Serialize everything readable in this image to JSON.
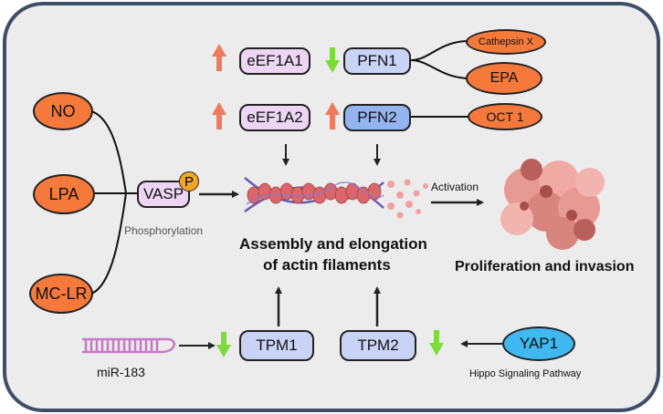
{
  "nodes": {
    "no": "NO",
    "lpa": "LPA",
    "mclr": "MC-LR",
    "vasp": "VASP",
    "p_badge": "P",
    "eef1a1": "eEF1A1",
    "eef1a2": "eEF1A2",
    "pfn1": "PFN1",
    "pfn2": "PFN2",
    "cathepsin": "Cathepsin X",
    "epa": "EPA",
    "oct1": "OCT 1",
    "tpm1": "TPM1",
    "tpm2": "TPM2",
    "yap1": "YAP1"
  },
  "labels": {
    "phosphorylation": "Phosphorylation",
    "activation": "Activation",
    "assembly_line1": "Assembly and elongation",
    "assembly_line2": "of actin filaments",
    "proliferation": "Proliferation and invasion",
    "mir183": "miR-183",
    "hippo": "Hippo Signaling Pathway"
  },
  "colors": {
    "cell_fill": "#ececec",
    "cell_border": "#3e4e66",
    "up_arrow": "#ef7a5d",
    "down_arrow": "#7ddb3a",
    "orange_node": "#f5793a",
    "pink_box": "#ecd6f4",
    "blue_box": "#c9d3f6",
    "dark_blue_box": "#93b4ef",
    "yap_node": "#3fb9f0",
    "mirna": "#c778c9",
    "tumor": "#e79a94"
  },
  "indicators": {
    "eef1a1": "up-arrow-icon",
    "pfn1": "down-arrow-icon",
    "eef1a2": "up-arrow-icon",
    "pfn2": "up-arrow-icon",
    "tpm1": "down-arrow-icon",
    "tpm2": "down-arrow-icon"
  }
}
